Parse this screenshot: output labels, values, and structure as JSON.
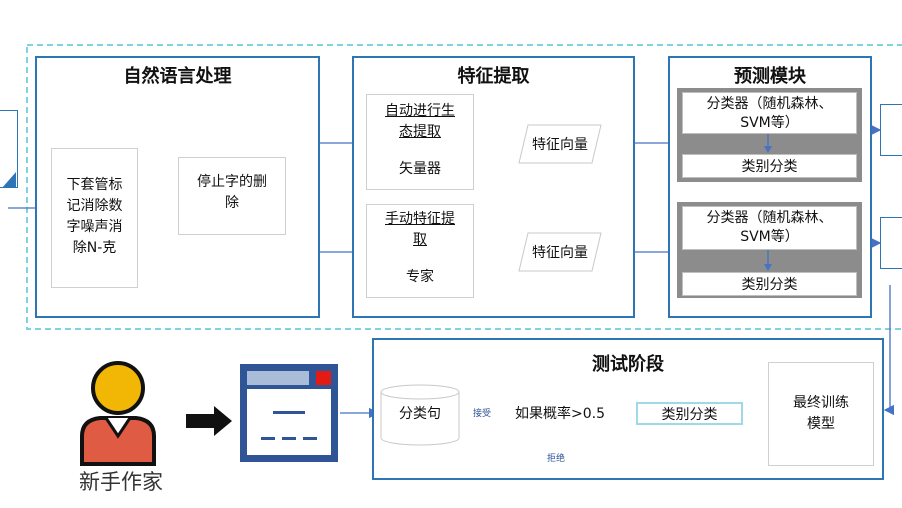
{
  "panels": {
    "nlp": {
      "title": "自然语言处理",
      "preprocess": "下套管标记消除数字噪声消除N-克",
      "preprocess_lines": [
        "下套管标",
        "记消除数",
        "字噪声消",
        "除N-克"
      ],
      "stopwords": "停止字的删除",
      "stopwords_lines": [
        "停止字的删",
        "除"
      ]
    },
    "features": {
      "title": "特征提取",
      "auto": {
        "title_lines": [
          "自动进行生",
          "态提取"
        ],
        "sub": "矢量器"
      },
      "manual": {
        "title_lines": [
          "手动特征提",
          "取"
        ],
        "sub": "专家"
      },
      "vector1": "特征向量",
      "vector2": "特征向量"
    },
    "predict": {
      "title": "预测模块",
      "classifier1_lines": [
        "分类器（随机森林、",
        "SVM等）"
      ],
      "class1": "类别分类",
      "classifier2_lines": [
        "分类器（随机森林、",
        "SVM等）"
      ],
      "class2": "类别分类"
    },
    "test": {
      "title": "测试阶段",
      "final_model_lines": [
        "最终训练",
        "模型"
      ],
      "category": "类别分类",
      "decision": "如果概率>0.5",
      "accept": "接受",
      "reject": "拒绝",
      "result": "分类句"
    }
  },
  "user": {
    "label": "新手作家"
  },
  "colors": {
    "panel_border": "#2e75b6",
    "dashed_border": "#7fd3e0",
    "arrow": "#4472c4",
    "person_head": "#f2b705",
    "person_body": "#e05b43",
    "window": "#2f5597"
  }
}
